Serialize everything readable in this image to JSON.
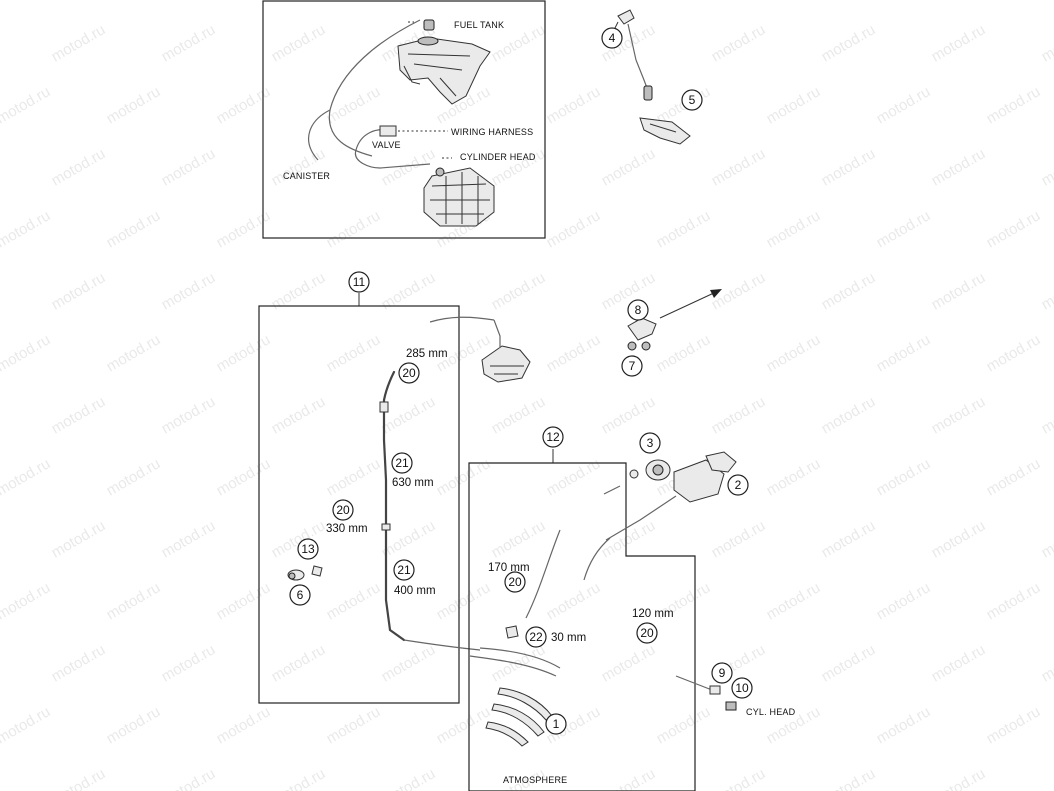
{
  "watermark": "motod.ru",
  "labels": {
    "fuel_tank": "FUEL TANK",
    "wiring_harness": "WIRING HARNESS",
    "valve": "VALVE",
    "cylinder_head": "CYLINDER HEAD",
    "canister": "CANISTER",
    "cyl_head": "CYL. HEAD",
    "atmosphere": "ATMOSPHERE"
  },
  "dimensions": {
    "d285": "285 mm",
    "d630": "630 mm",
    "d330": "330 mm",
    "d400": "400 mm",
    "d170": "170 mm",
    "d30": "30 mm",
    "d120": "120 mm"
  },
  "callouts": {
    "c1": "1",
    "c2": "2",
    "c3": "3",
    "c4": "4",
    "c5": "5",
    "c6": "6",
    "c7": "7",
    "c8": "8",
    "c9": "9",
    "c10": "10",
    "c11": "11",
    "c12": "12",
    "c13": "13",
    "c20a": "20",
    "c20b": "20",
    "c20c": "20",
    "c20d": "20",
    "c21a": "21",
    "c21b": "21",
    "c22": "22"
  }
}
